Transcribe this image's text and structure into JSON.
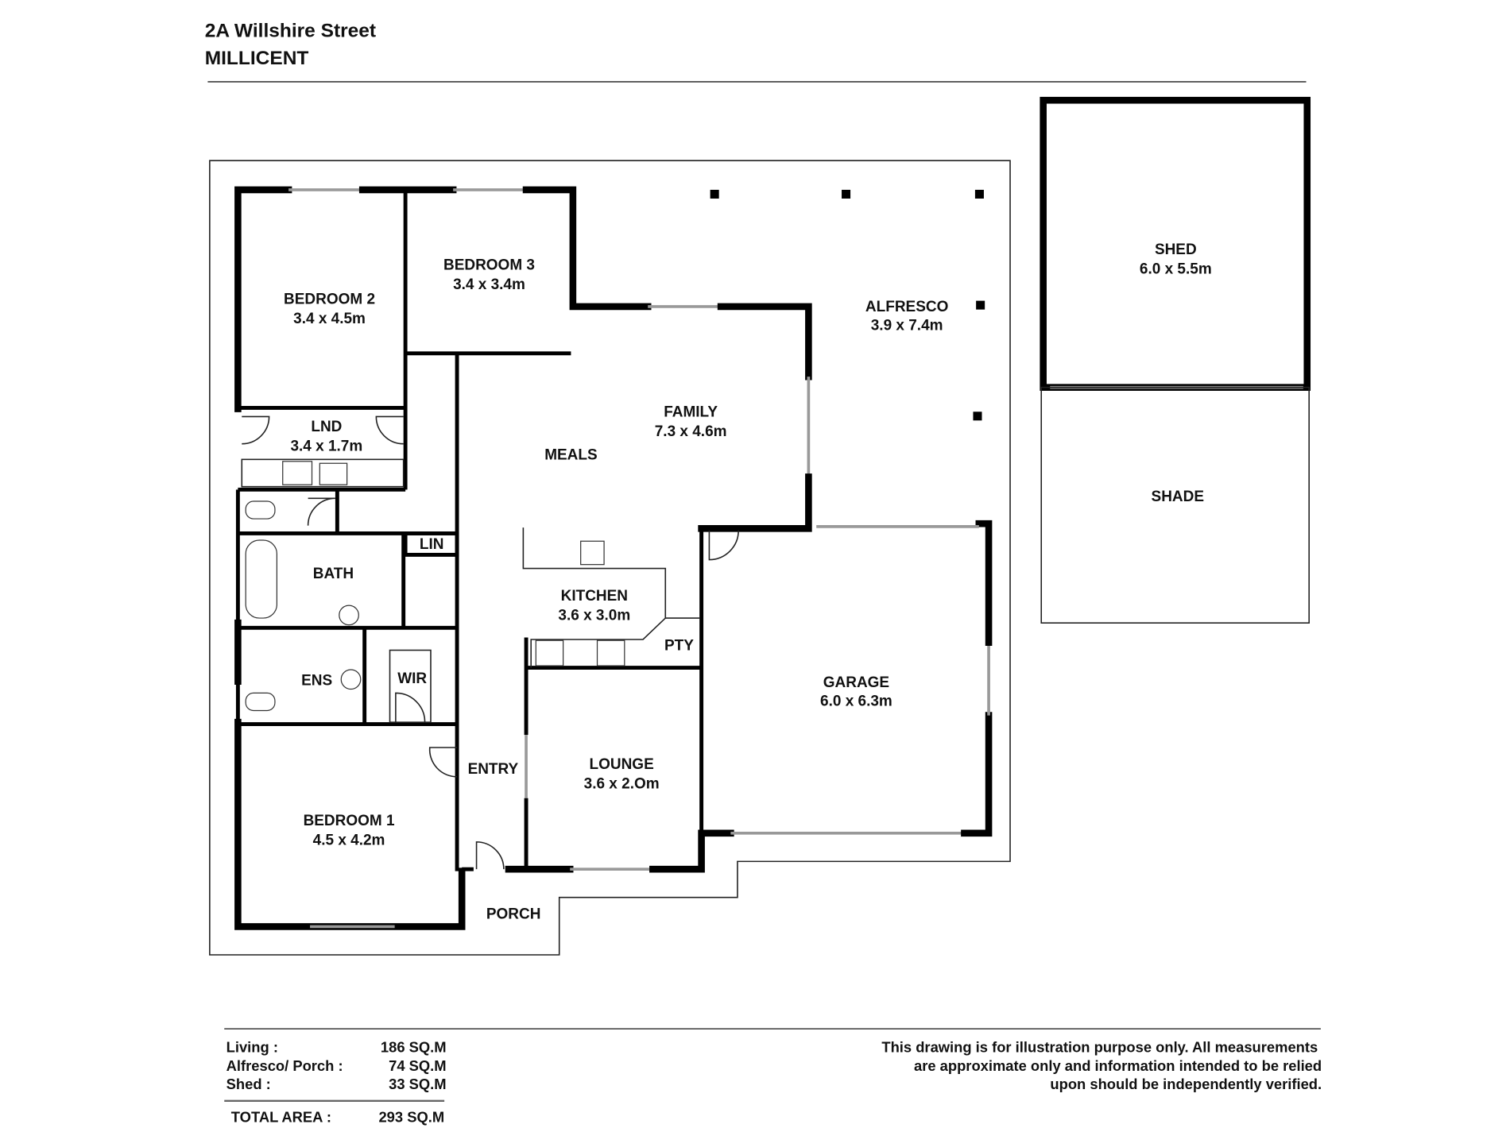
{
  "header": {
    "address": "2A Willshire Street",
    "suburb": "MILLICENT"
  },
  "rooms": {
    "bedroom2": {
      "name": "BEDROOM 2",
      "size": "3.4 x 4.5m"
    },
    "bedroom3": {
      "name": "BEDROOM 3",
      "size": "3.4 x 3.4m"
    },
    "family": {
      "name": "FAMILY",
      "size": "7.3 x 4.6m"
    },
    "meals": {
      "name": "MEALS"
    },
    "alfresco": {
      "name": "ALFRESCO",
      "size": "3.9 x 7.4m"
    },
    "shed": {
      "name": "SHED",
      "size": "6.0 x 5.5m"
    },
    "shade": {
      "name": "SHADE"
    },
    "lnd": {
      "name": "LND",
      "size": "3.4 x 1.7m"
    },
    "lin": {
      "name": "LIN"
    },
    "bath": {
      "name": "BATH"
    },
    "kitchen": {
      "name": "KITCHEN",
      "size": "3.6 x 3.0m"
    },
    "pty": {
      "name": "PTY"
    },
    "ens": {
      "name": "ENS"
    },
    "wir": {
      "name": "WIR"
    },
    "garage": {
      "name": "GARAGE",
      "size": "6.0 x 6.3m"
    },
    "lounge": {
      "name": "LOUNGE",
      "size": "3.6 x 2.Om"
    },
    "entry": {
      "name": "ENTRY"
    },
    "bedroom1": {
      "name": "BEDROOM 1",
      "size": "4.5 x 4.2m"
    },
    "porch": {
      "name": "PORCH"
    }
  },
  "areas": {
    "rows": [
      {
        "label": "Living :",
        "value": "186 SQ.M"
      },
      {
        "label": "Alfresco/ Porch :",
        "value": "74 SQ.M"
      },
      {
        "label": "Shed :",
        "value": "33 SQ.M"
      }
    ],
    "total_label": "TOTAL AREA :",
    "total_value": "293 SQ.M"
  },
  "disclaimer": [
    "This drawing is for illustration purpose only. All measurements",
    "are approximate only and information intended to be relied",
    "upon should be independently verified."
  ]
}
